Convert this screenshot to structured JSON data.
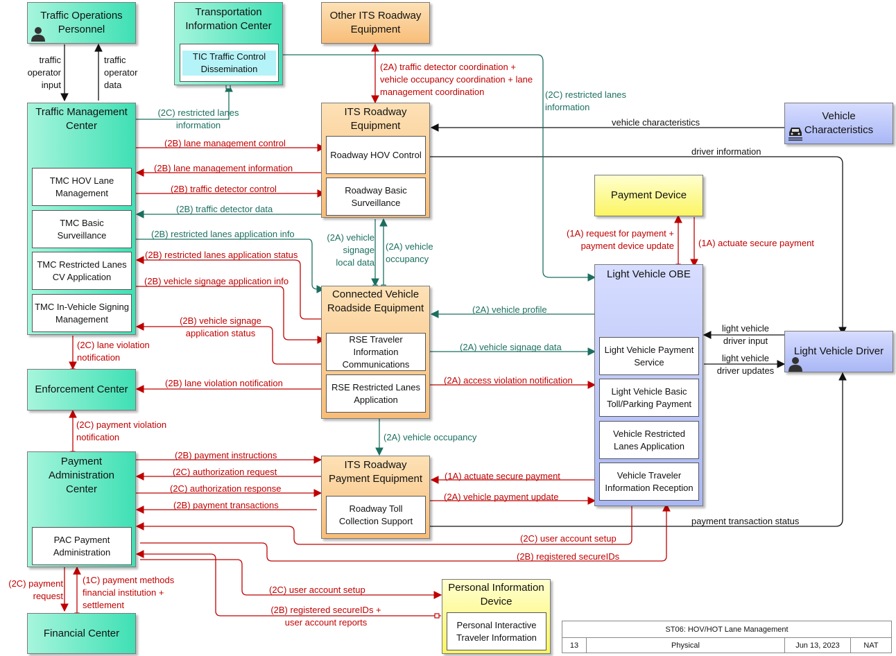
{
  "diagram": {
    "colors": {
      "red": "#c00000",
      "teal": "#1b6f5f",
      "black": "#111111"
    },
    "entities": {
      "traffic_operations_personnel": {
        "title": "Traffic Operations Personnel"
      },
      "transportation_information_center": {
        "title": "Transportation Information Center",
        "sub": "TIC Traffic Control Dissemination"
      },
      "other_its_roadway_equipment": {
        "title": "Other ITS Roadway Equipment"
      },
      "traffic_management_center": {
        "title": "Traffic Management Center",
        "subs": [
          "TMC HOV Lane Management",
          "TMC Basic Surveillance",
          "TMC Restricted Lanes CV Application",
          "TMC In-Vehicle Signing Management"
        ]
      },
      "its_roadway_equipment": {
        "title": "ITS Roadway Equipment",
        "subs": [
          "Roadway HOV Control",
          "Roadway Basic Surveillance"
        ]
      },
      "vehicle_characteristics": {
        "title": "Vehicle Characteristics"
      },
      "payment_device": {
        "title": "Payment Device"
      },
      "light_vehicle_obe": {
        "title": "Light Vehicle OBE",
        "subs": [
          "Light Vehicle Payment Service",
          "Light Vehicle Basic Toll/Parking Payment",
          "Vehicle Restricted Lanes Application",
          "Vehicle Traveler Information Reception"
        ]
      },
      "light_vehicle_driver": {
        "title": "Light Vehicle Driver"
      },
      "connected_vehicle_roadside_equipment": {
        "title": "Connected Vehicle Roadside Equipment",
        "subs": [
          "RSE Traveler Information Communications",
          "RSE Restricted Lanes Application"
        ]
      },
      "enforcement_center": {
        "title": "Enforcement Center"
      },
      "payment_administration_center": {
        "title": "Payment Administration Center",
        "sub": "PAC Payment Administration"
      },
      "its_roadway_payment_equipment": {
        "title": "ITS Roadway Payment Equipment",
        "sub": "Roadway Toll Collection Support"
      },
      "financial_center": {
        "title": "Financial Center"
      },
      "personal_information_device": {
        "title": "Personal Information Device",
        "sub": "Personal Interactive Traveler Information"
      }
    },
    "flows": {
      "traffic_operator_input": "traffic operator input",
      "traffic_operator_data": "traffic operator data",
      "restricted_lanes_info_tic": "(2C) restricted lanes information",
      "restricted_lanes_info_obe": "(2C) restricted lanes information",
      "traffic_detector_coordination": "(2A) traffic detector coordination + vehicle occupancy coordination + lane management coordination",
      "vehicle_characteristics": "vehicle characteristics",
      "driver_information": "driver information",
      "lane_management_control": "(2B) lane management control",
      "lane_management_information": "(2B) lane management information",
      "traffic_detector_control": "(2B) traffic detector control",
      "traffic_detector_data": "(2B) traffic detector data",
      "restricted_lanes_app_info": "(2B) restricted lanes application info",
      "restricted_lanes_app_status": "(2B) restricted lanes application status",
      "vehicle_signage_app_info": "(2B) vehicle signage application info",
      "vehicle_signage_app_status": "(2B) vehicle signage application status",
      "vehicle_signage_local_data": "(2A) vehicle signage local data",
      "vehicle_occupancy_rse": "(2A) vehicle occupancy",
      "request_for_payment": "(1A) request for payment + payment device update",
      "actuate_secure_payment_device": "(1A) actuate secure payment",
      "vehicle_profile": "(2A) vehicle profile",
      "vehicle_signage_data": "(2A) vehicle signage data",
      "access_violation_notification": "(2A) access violation notification",
      "light_vehicle_driver_input": "light vehicle driver input",
      "light_vehicle_driver_updates": "light vehicle driver updates",
      "lane_violation_notification_tmc": "(2C) lane violation notification",
      "lane_violation_notification_rse": "(2B) lane violation notification",
      "payment_violation_notification": "(2C) payment violation notification",
      "vehicle_occupancy_payment": "(2A) vehicle occupancy",
      "payment_instructions": "(2B) payment instructions",
      "authorization_request": "(2C) authorization request",
      "authorization_response": "(2C) authorization response",
      "payment_transactions": "(2B) payment transactions",
      "actuate_secure_payment_obe": "(1A) actuate secure payment",
      "vehicle_payment_update": "(2A) vehicle payment update",
      "payment_transaction_status": "payment transaction status",
      "user_account_setup_obe": "(2C) user account setup",
      "registered_secureids_obe": "(2B) registered secureIDs",
      "user_account_setup_pid": "(2C) user account setup",
      "registered_secureids_pid": "(2B) registered secureIDs + user account reports",
      "payment_request": "(2C) payment request",
      "payment_methods": "(1C) payment methods financial institution + settlement"
    }
  },
  "legend": {
    "title": "ST06: HOV/HOT Lane Management",
    "number": "13",
    "view": "Physical",
    "date": "Jun 13, 2023",
    "author": "NAT"
  }
}
